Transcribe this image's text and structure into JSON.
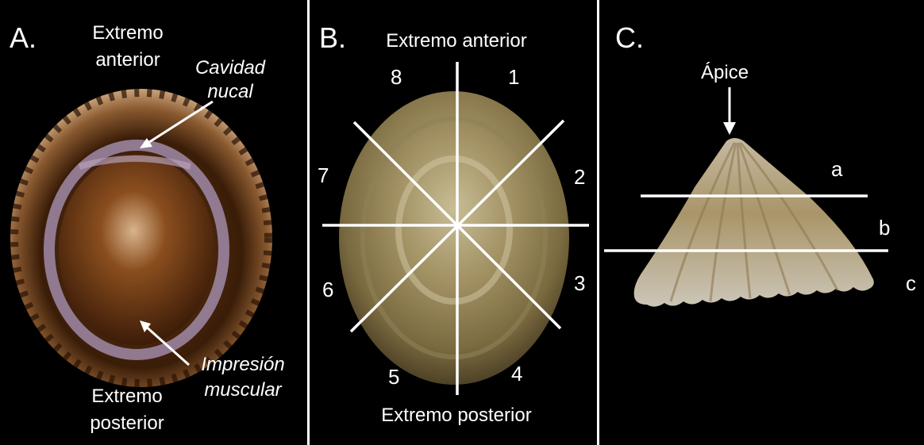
{
  "panel_a": {
    "letter": "A.",
    "anterior_line1": "Extremo",
    "anterior_line2": "anterior",
    "nucal_line1": "Cavidad",
    "nucal_line2": "nucal",
    "muscle_line1": "Impresión",
    "muscle_line2": "muscular",
    "posterior_line1": "Extremo",
    "posterior_line2": "posterior"
  },
  "panel_b": {
    "letter": "B.",
    "top_label": "Extremo anterior",
    "bottom_label": "Extremo posterior",
    "sectors": [
      "1",
      "2",
      "3",
      "4",
      "5",
      "6",
      "7",
      "8"
    ]
  },
  "panel_c": {
    "letter": "C.",
    "apex_label": "Ápice",
    "level_a": "a",
    "level_b": "b",
    "level_c": "c"
  }
}
